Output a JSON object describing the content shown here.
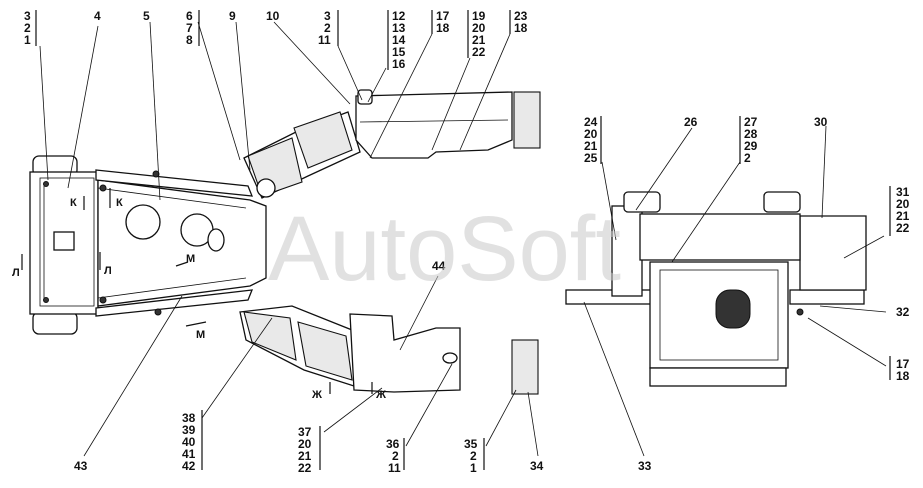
{
  "watermark": "AutoSoft",
  "callouts": [
    {
      "id": "c-3-2-1",
      "lines": [
        "3",
        "2",
        "1"
      ]
    },
    {
      "id": "c-4",
      "lines": [
        "4"
      ]
    },
    {
      "id": "c-5",
      "lines": [
        "5"
      ]
    },
    {
      "id": "c-6-7-8",
      "lines": [
        "6",
        "7",
        "8"
      ]
    },
    {
      "id": "c-9",
      "lines": [
        "9"
      ]
    },
    {
      "id": "c-10",
      "lines": [
        "10"
      ]
    },
    {
      "id": "c-3-2-11",
      "lines": [
        "3",
        "2",
        "11"
      ]
    },
    {
      "id": "c-12-16",
      "lines": [
        "12",
        "13",
        "14",
        "15",
        "16"
      ]
    },
    {
      "id": "c-17-18",
      "lines": [
        "17",
        "18"
      ]
    },
    {
      "id": "c-19-22",
      "lines": [
        "19",
        "20",
        "21",
        "22"
      ]
    },
    {
      "id": "c-23-18",
      "lines": [
        "23",
        "18"
      ]
    },
    {
      "id": "c-24-25",
      "lines": [
        "24",
        "20",
        "21",
        "25"
      ]
    },
    {
      "id": "c-26",
      "lines": [
        "26"
      ]
    },
    {
      "id": "c-27-2",
      "lines": [
        "27",
        "28",
        "29",
        "2"
      ]
    },
    {
      "id": "c-30",
      "lines": [
        "30"
      ]
    },
    {
      "id": "c-31-22",
      "lines": [
        "31",
        "20",
        "21",
        "22"
      ]
    },
    {
      "id": "c-32",
      "lines": [
        "32"
      ]
    },
    {
      "id": "c-17-18b",
      "lines": [
        "17",
        "18"
      ]
    },
    {
      "id": "c-44",
      "lines": [
        "44"
      ]
    },
    {
      "id": "c-38-42",
      "lines": [
        "38",
        "39",
        "40",
        "41",
        "42"
      ]
    },
    {
      "id": "c-37-22",
      "lines": [
        "37",
        "20",
        "21",
        "22"
      ]
    },
    {
      "id": "c-36-11",
      "lines": [
        "36",
        "2",
        "11"
      ]
    },
    {
      "id": "c-35-1",
      "lines": [
        "35",
        "2",
        "1"
      ]
    },
    {
      "id": "c-43",
      "lines": [
        "43"
      ]
    },
    {
      "id": "c-34",
      "lines": [
        "34"
      ]
    },
    {
      "id": "c-33",
      "lines": [
        "33"
      ]
    }
  ],
  "sections": {
    "k_left": "К",
    "k_right": "К",
    "l_left": "Л",
    "l_right": "Л",
    "m_top": "М",
    "m_bottom": "М",
    "zh_left": "Ж",
    "zh_right": "Ж"
  }
}
